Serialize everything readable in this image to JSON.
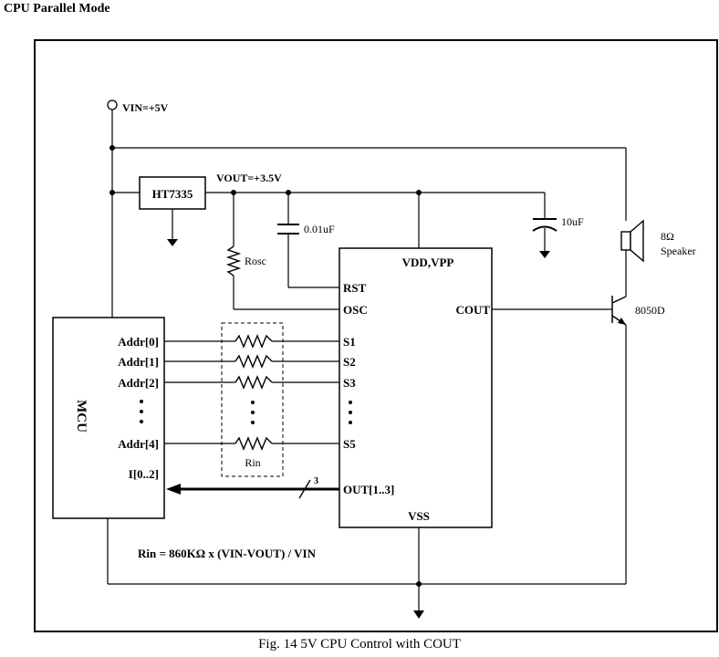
{
  "heading": "CPU Parallel Mode",
  "caption": "Fig. 14  5V CPU Control with COUT",
  "labels": {
    "vin": "VIN=+5V",
    "vout": "VOUT=+3.5V",
    "regulator": "HT7335",
    "cap_small": "0.01uF",
    "cap_large": "10uF",
    "rosc": "Rosc",
    "rin": "Rin",
    "speaker_value": "8Ω",
    "speaker_name": "Speaker",
    "transistor": "8050D",
    "mcu": "MCU",
    "addr": [
      "Addr[0]",
      "Addr[1]",
      "Addr[2]",
      "Addr[4]"
    ],
    "mcu_input": "I[0..2]",
    "chip_power": "VDD,VPP",
    "chip_rst": "RST",
    "chip_osc": "OSC",
    "chip_cout": "COUT",
    "chip_s": [
      "S1",
      "S2",
      "S3",
      "S5"
    ],
    "chip_out": "OUT[1..3]",
    "chip_vss": "VSS",
    "bus_width": "3",
    "formula": "Rin = 860KΩ x (VIN-VOUT) / VIN"
  }
}
